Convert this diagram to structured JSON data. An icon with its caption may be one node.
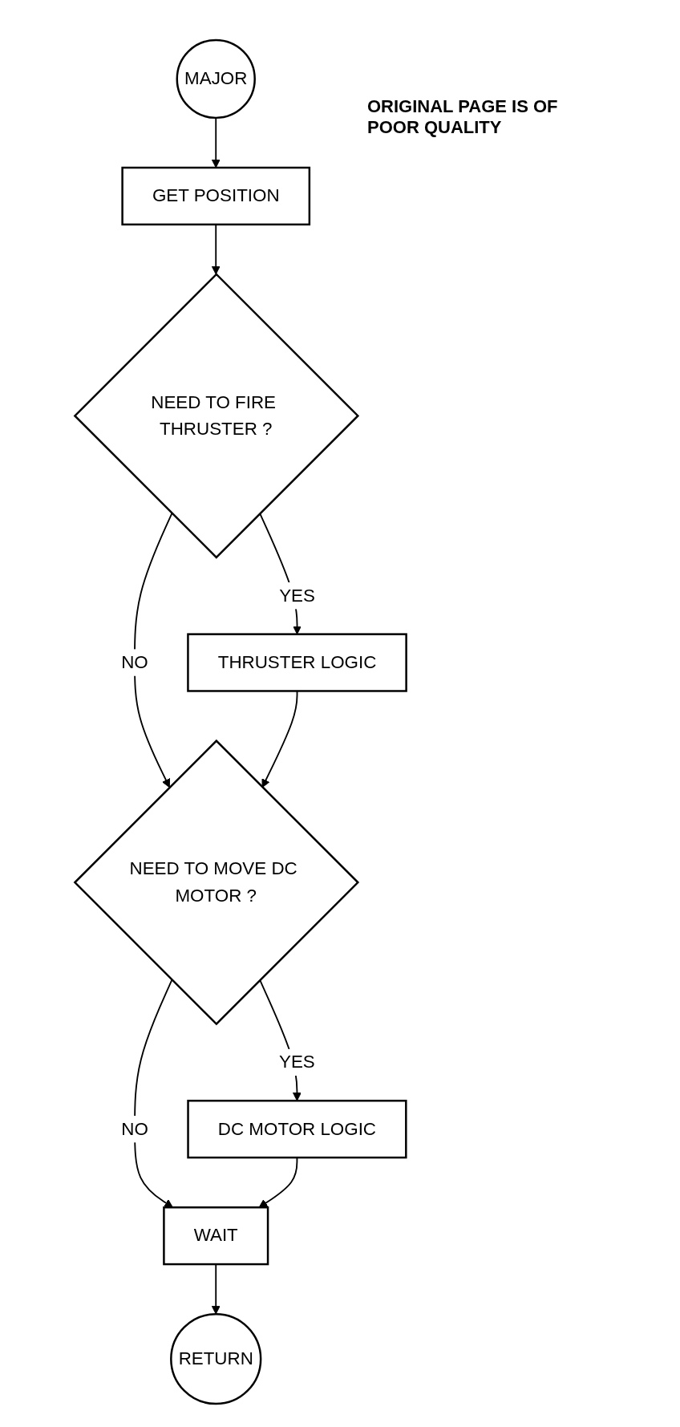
{
  "diagram": {
    "nodes": [
      {
        "text": [
          "MAJOR"
        ]
      },
      {
        "text": [
          "GET POSITION"
        ]
      },
      {
        "text": [
          "NEED TO FIRE THRUSTER ?"
        ]
      },
      {
        "text": [
          "THRUSTER LOGIC"
        ]
      },
      {
        "text": [
          "NEED TO MOVE DC MOTOR ?"
        ]
      },
      {
        "text": [
          "DC MOTOR LOGIC"
        ]
      },
      {
        "text": [
          "WAIT"
        ]
      },
      {
        "text": [
          "RETURN"
        ]
      }
    ],
    "edges": [
      {
        "from": 0,
        "to": 1,
        "arrow": "to"
      },
      {
        "from": 1,
        "to": 2,
        "arrow": "to"
      },
      {
        "from": 2,
        "to": 3,
        "arrow": "to",
        "label": "YES"
      },
      {
        "from": 2,
        "to": 4,
        "arrow": "to",
        "label": "NO"
      },
      {
        "from": 3,
        "to": 4,
        "arrow": "to"
      },
      {
        "from": 4,
        "to": 5,
        "arrow": "to",
        "label": "YES"
      },
      {
        "from": 4,
        "to": 6,
        "arrow": "to",
        "label": "NO"
      },
      {
        "from": 5,
        "to": 6,
        "arrow": "to"
      },
      {
        "from": 6,
        "to": 7,
        "arrow": "to"
      }
    ],
    "labels": [
      "ORIGINAL PAGE IS OF POOR QUALITY"
    ]
  }
}
